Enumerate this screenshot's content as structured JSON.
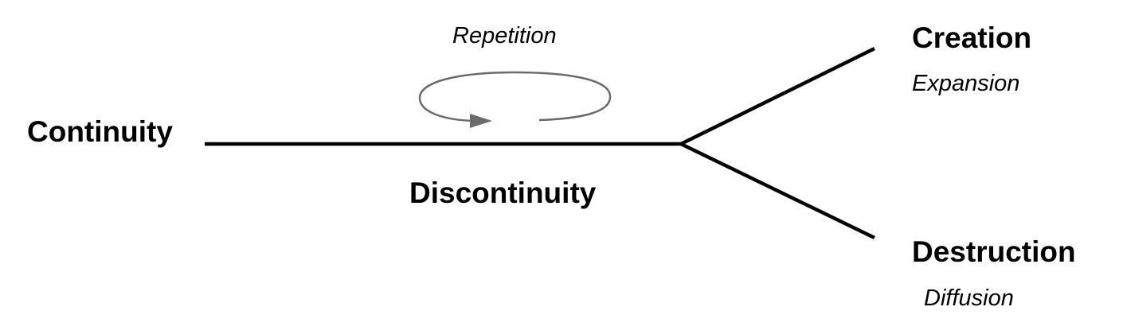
{
  "labels": {
    "continuity": "Continuity",
    "discontinuity": "Discontinuity",
    "repetition": "Repetition",
    "creation": "Creation",
    "expansion": "Expansion",
    "destruction": "Destruction",
    "diffusion": "Diffusion"
  },
  "colors": {
    "line": "#000000",
    "loop": "#6b6b6b"
  }
}
